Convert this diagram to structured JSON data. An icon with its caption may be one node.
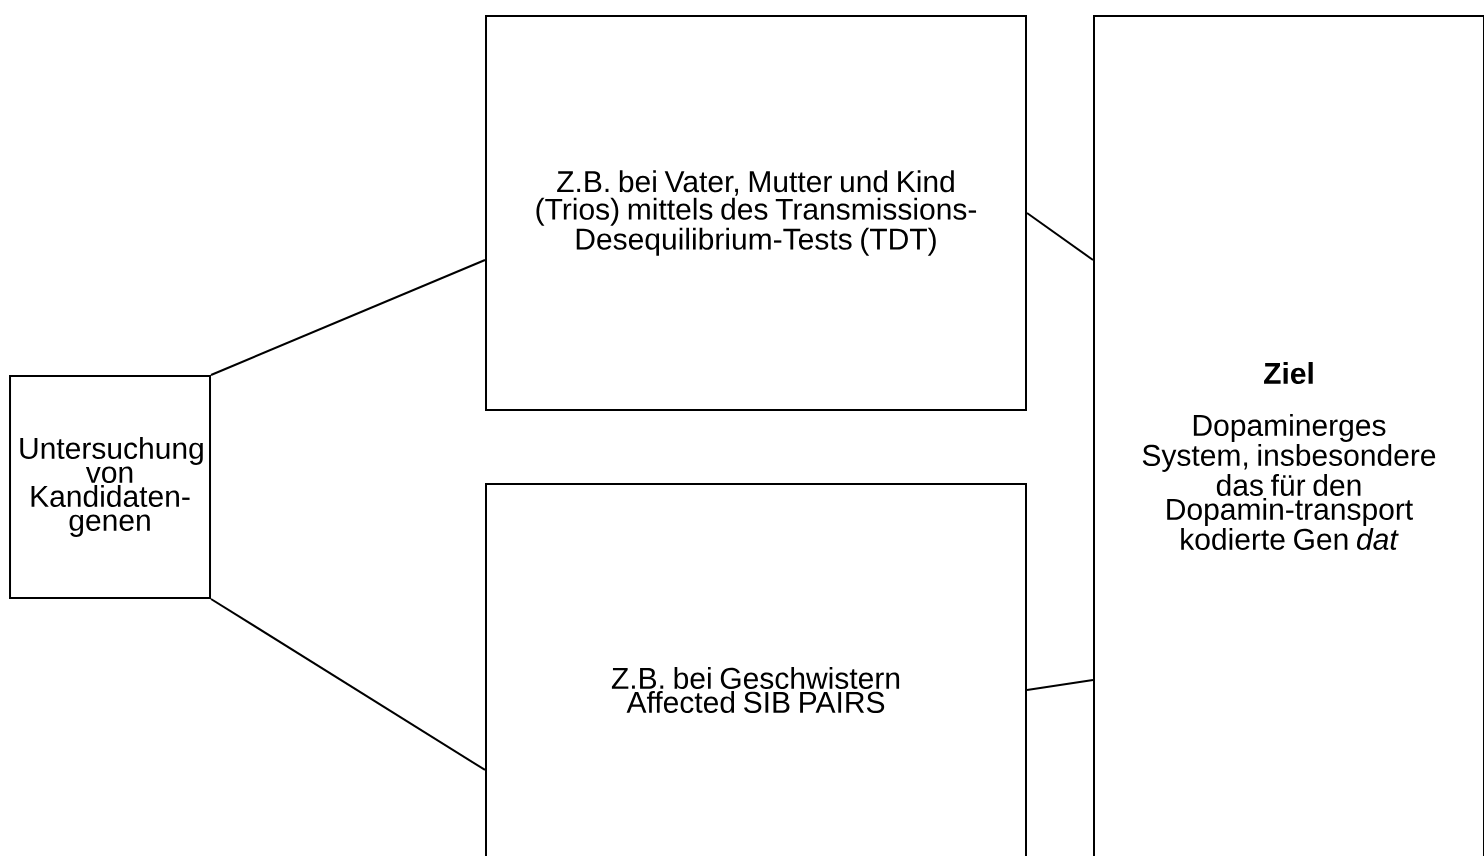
{
  "diagram": {
    "nodes": [
      {
        "text": [
          "Untersuchung von Kandidaten-genen"
        ]
      },
      {
        "text": [
          "Z.B. bei Vater, Mutter und Kind (Trios) mittels des Transmissions-Desequilibrium-Tests (TDT)"
        ]
      },
      {
        "text": [
          "Z.B. bei Geschwistern Affected SIB PAIRS"
        ]
      },
      {
        "text": [
          "Ziel",
          "Dopaminerges System, insbesondere das für den Dopamin-transport kodierte Gen *dat*"
        ]
      }
    ],
    "edges": [
      {
        "from": 0,
        "to": 1,
        "arrow": "none"
      },
      {
        "from": 0,
        "to": 2,
        "arrow": "none"
      },
      {
        "from": 1,
        "to": 3,
        "arrow": "none"
      },
      {
        "from": 2,
        "to": 3,
        "arrow": "none"
      }
    ]
  }
}
